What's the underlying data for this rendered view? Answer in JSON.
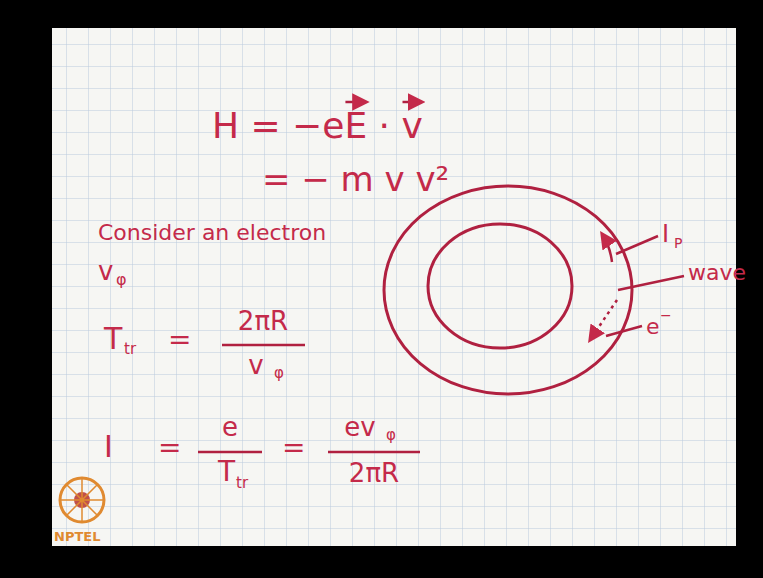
{
  "diagram": {
    "labels": [
      "H = −eE · v",
      "= − m v v²",
      "Consider an electron",
      "v",
      "φ",
      "T",
      "tr",
      "=",
      "2πR",
      "v",
      "φ",
      "I",
      "=",
      "e",
      "T",
      "tr",
      "=",
      "ev",
      "φ",
      "2πR",
      "I",
      "P",
      "wave",
      "e",
      "−",
      "NPTEL"
    ]
  }
}
